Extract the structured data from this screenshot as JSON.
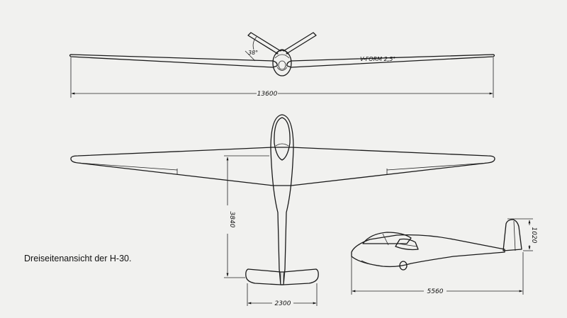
{
  "caption": "Dreiseitenansicht der H-30.",
  "front_view": {
    "dihedral_label": "V-FORM 2,5°",
    "tail_angle_label": "38°",
    "span_dim": "13600"
  },
  "top_view": {
    "length_dim": "3840",
    "tailspan_dim": "2300"
  },
  "side_view": {
    "length_dim": "5560",
    "height_dim": "1020"
  }
}
